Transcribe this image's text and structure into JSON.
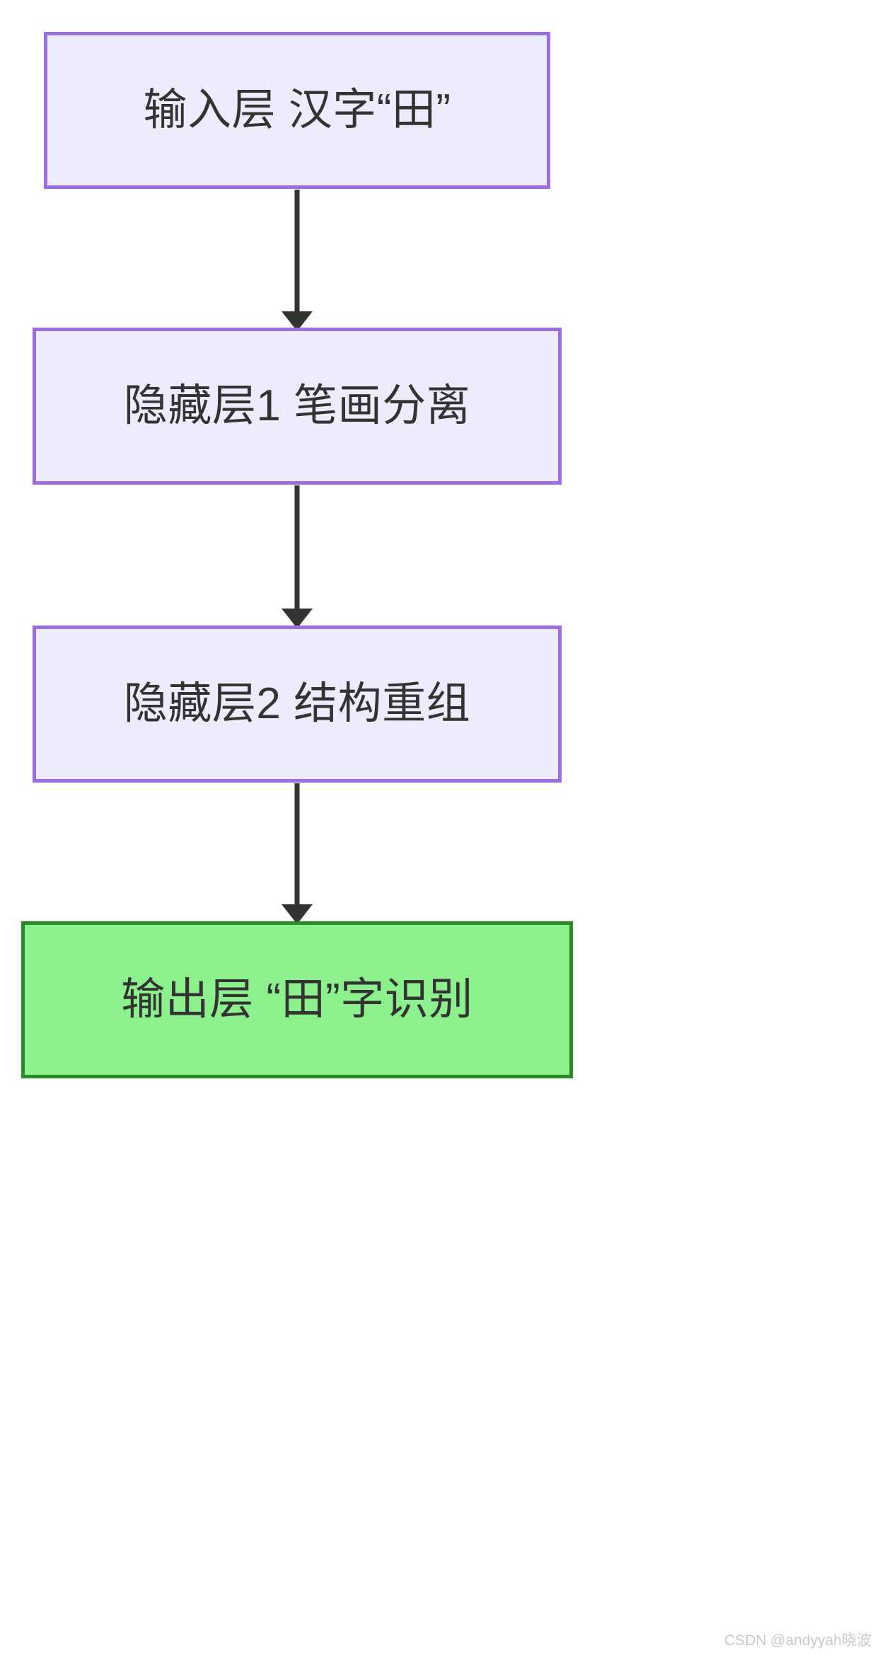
{
  "diagram": {
    "type": "flowchart",
    "orientation": "top-to-bottom",
    "background_color": "#ffffff",
    "nodes": [
      {
        "id": "input",
        "label": "输入层 汉字“田”",
        "fill_color": "#ececfd",
        "border_color": "#9b6fe0",
        "text_color": "#333333"
      },
      {
        "id": "hidden1",
        "label": "隐藏层1 笔画分离",
        "fill_color": "#ececfd",
        "border_color": "#9b6fe0",
        "text_color": "#333333"
      },
      {
        "id": "hidden2",
        "label": "隐藏层2 结构重组",
        "fill_color": "#ececfd",
        "border_color": "#9b6fe0",
        "text_color": "#333333"
      },
      {
        "id": "output",
        "label": "输出层 “田”字识别",
        "fill_color": "#8cf08c",
        "border_color": "#2a8a2a",
        "text_color": "#333333"
      }
    ],
    "edges": [
      {
        "id": "edge-input-hidden1",
        "from": "input",
        "to": "hidden1",
        "label": "",
        "color": "#333333"
      },
      {
        "id": "edge-hidden1-hidden2",
        "from": "hidden1",
        "to": "hidden2",
        "label": "",
        "color": "#333333"
      },
      {
        "id": "edge-hidden2-output",
        "from": "hidden2",
        "to": "output",
        "label": "",
        "color": "#333333"
      }
    ]
  },
  "watermark": {
    "text": "CSDN @andyyah晓波",
    "color": "#c9c9c9"
  }
}
